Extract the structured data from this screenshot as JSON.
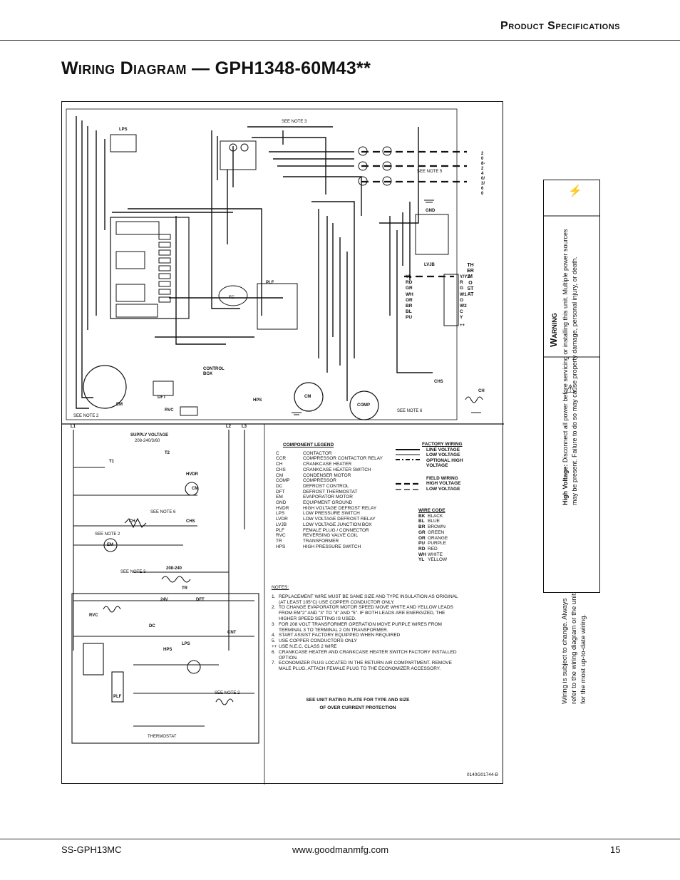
{
  "header": {
    "section_title": "Product Specifications"
  },
  "page_title": "Wiring Diagram — GPH1348-60M43**",
  "diagram": {
    "labels": {
      "lps": "LPS",
      "see_note_3": "SEE NOTE 3",
      "see_note_5": "SEE NOTE 5",
      "see_note_2": "SEE NOTE 2",
      "see_note_6": "SEE NOTE 6",
      "voltage_vertical": "208-240/3/60",
      "gnd": "GND",
      "lvjb": "LVJB",
      "control_box": "CONTROL BOX",
      "hps": "HPS",
      "plf": "PLF",
      "cm": "CM",
      "comp": "COMP",
      "chs": "CHS",
      "ch": "CH",
      "dft": "DFT",
      "rvc": "RVC",
      "em": "EM",
      "fc": "FC",
      "supply_voltage": "SUPPLY VOLTAGE",
      "supply_voltage_value": "208-240/3/60",
      "l1": "L1",
      "l2": "L2",
      "l3": "L3",
      "t1": "T1",
      "t2": "T2",
      "hvdr": "HVDR",
      "tr": "TR",
      "tr_voltage": "208-240",
      "v24": "24V",
      "thermostat": "THERMOSTAT",
      "dc": "DC",
      "cnt": "CNT",
      "thermostat_vertical": "THERMOSTAT",
      "plus": "++"
    },
    "thermostat_terminals": [
      "Y/Y2",
      "R",
      "G",
      "W1",
      "O",
      "W2",
      "C",
      "Y"
    ],
    "lvjb_wires": [
      "YL",
      "RD",
      "GR",
      "WH",
      "OR",
      "BR",
      "BL",
      "PU"
    ],
    "component_legend": {
      "title": "COMPONENT LEGEND",
      "items": [
        [
          "C",
          "CONTACTOR"
        ],
        [
          "CCR",
          "COMPRESSOR CONTACTOR RELAY"
        ],
        [
          "CH",
          "CRANKCASE HEATER"
        ],
        [
          "CHS",
          "CRANKCASE HEATER SWITCH"
        ],
        [
          "CM",
          "CONDENSER MOTOR"
        ],
        [
          "COMP",
          "COMPRESSOR"
        ],
        [
          "DC",
          "DEFROST CONTROL"
        ],
        [
          "DFT",
          "DEFROST THERMOSTAT"
        ],
        [
          "EM",
          "EVAPORATOR MOTOR"
        ],
        [
          "GND",
          "EQUIPMENT GROUND"
        ],
        [
          "HVDR",
          "HIGH VOLTAGE DEFROST RELAY"
        ],
        [
          "LPS",
          "LOW PRESSURE SWITCH"
        ],
        [
          "LVDR",
          "LOW VOLTAGE DEFROST RELAY"
        ],
        [
          "LVJB",
          "LOW VOLTAGE JUNCTION BOX"
        ],
        [
          "PLF",
          "FEMALE PLUG / CONNECTOR"
        ],
        [
          "RVC",
          "REVERSING VALVE COIL"
        ],
        [
          "TR",
          "TRANSFORMER"
        ],
        [
          "HPS",
          "HIGH PRESSURE SWITCH"
        ]
      ]
    },
    "factory_wiring": {
      "title": "FACTORY WIRING",
      "items": [
        "LINE VOLTAGE",
        "LOW VOLTAGE",
        "OPTIONAL HIGH VOLTAGE"
      ],
      "field_title": "FIELD WIRING",
      "field_items": [
        "HIGH VOLTAGE",
        "LOW VOLTAGE"
      ]
    },
    "wire_code": {
      "title": "WIRE CODE",
      "items": [
        [
          "BK",
          "BLACK"
        ],
        [
          "BL",
          "BLUE"
        ],
        [
          "BR",
          "BROWN"
        ],
        [
          "GR",
          "GREEN"
        ],
        [
          "OR",
          "ORANGE"
        ],
        [
          "PU",
          "PURPLE"
        ],
        [
          "RD",
          "RED"
        ],
        [
          "WH",
          "WHITE"
        ],
        [
          "YL",
          "YELLOW"
        ]
      ]
    },
    "notes": {
      "title": "NOTES:",
      "items": [
        [
          "1.",
          "REPLACEMENT WIRE MUST BE SAME SIZE AND TYPE INSULATION AS ORIGINAL (AT LEAST 105°C) USE COPPER CONDUCTOR ONLY."
        ],
        [
          "2.",
          "TO CHANGE EVAPORATOR MOTOR SPEED MOVE WHITE AND YELLOW LEADS FROM EM\"2\" AND \"3\" TO \"4\" AND \"5\". IF BOTH LEADS ARE ENERGIZED, THE HIGHER SPEED SETTING IS USED."
        ],
        [
          "3",
          "FOR 208 VOLT TRANSFORMER OPERATION MOVE PURPLE WIRES FROM TERMINAL 3 TO TERMINAL 2 ON TRANSFORMER."
        ],
        [
          "4.",
          "START ASSIST FACTORY EQUIPPED WHEN REQUIRED"
        ],
        [
          "5.",
          "USE COPPER CONDUCTORS ONLY"
        ],
        [
          "++",
          "USE N.E.C. CLASS 2 WIRE"
        ],
        [
          "6.",
          "CRANKCASE HEATER AND CRANKCASE HEATER SWITCH FACTORY INSTALLED OPTION."
        ],
        [
          "7.",
          "ECONOMIZER PLUG LOCATED IN THE RETURN AIR COMPARTMENT. REMOVE MALE PLUG, ATTACH FEMALE PLUG TO THE ECONOMIZER ACCESSORY."
        ]
      ]
    },
    "rating_note": "SEE UNIT RATING PLATE FOR TYPE AND SIZE OF OVER CURRENT PROTECTION",
    "part_number": "0140G01744-B"
  },
  "side_panel": {
    "warning_title": "Warning",
    "warning_lead": "High Voltage:",
    "warning_text": "Disconnect all power before servicing or installing this unit. Multiple power sources may be present. Failure to do so may cause property damage, personal injury, or death.",
    "change_note": "Wiring is subject to change. Always refer to the wiring diagram or the unit for the most up-to-date wiring."
  },
  "footer": {
    "left": "SS-GPH13MC",
    "center": "www.goodmanmfg.com",
    "right": "15"
  }
}
